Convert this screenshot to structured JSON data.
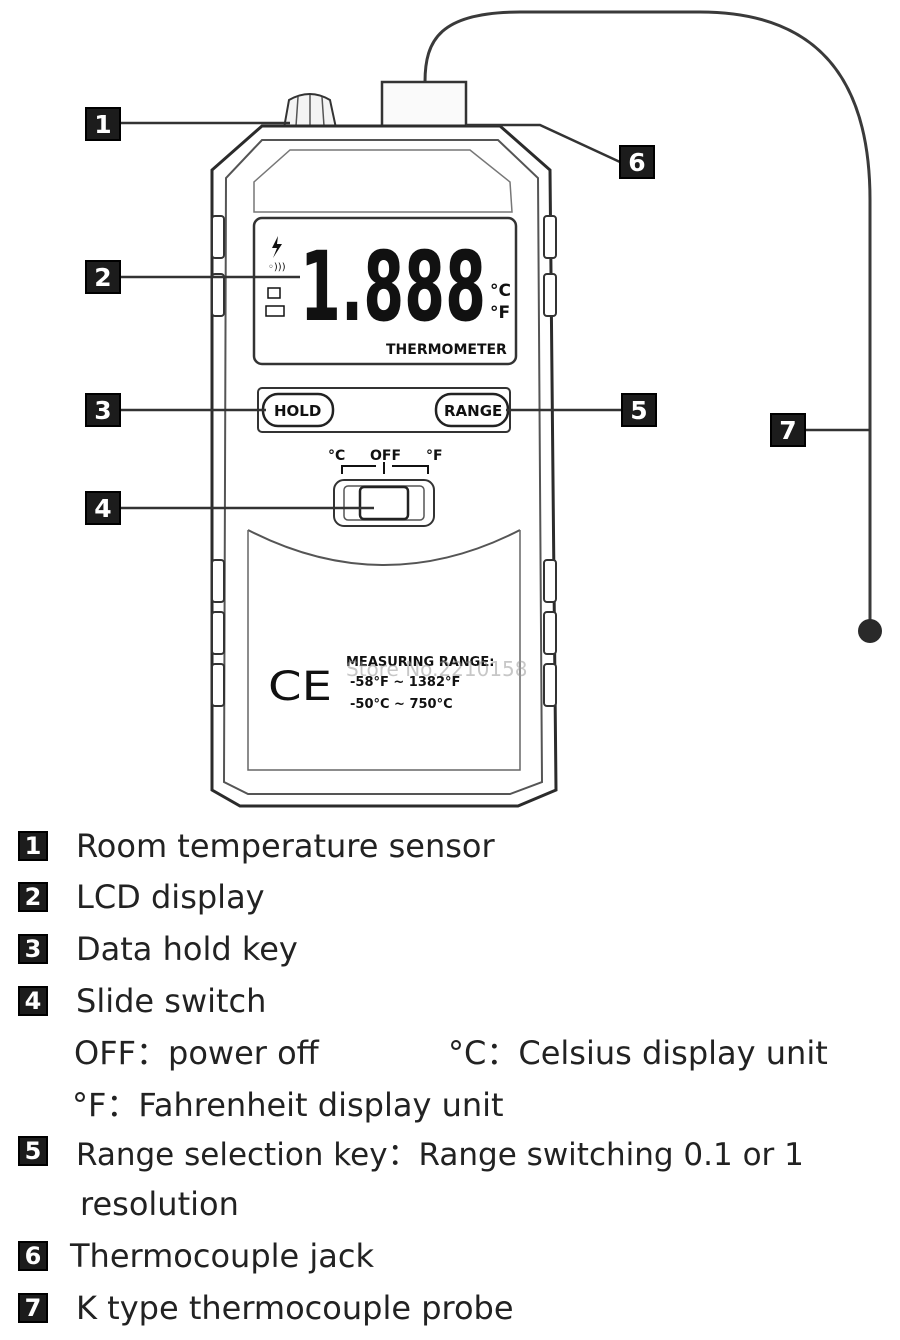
{
  "callouts": [
    "1",
    "2",
    "3",
    "4",
    "5",
    "6",
    "7"
  ],
  "device": {
    "lcd_digits": "1.888",
    "lcd_unit_c": "°C",
    "lcd_unit_f": "°F",
    "lcd_label": "THERMOMETER",
    "hold_label": "HOLD",
    "range_label": "RANGE",
    "switch_c": "°C",
    "switch_off": "OFF",
    "switch_f": "°F",
    "ce_mark": "CE",
    "measuring_title": "MEASURING RANGE:",
    "range_f": "-58°F ~ 1382°F",
    "range_c": "-50°C ~ 750°C",
    "watermark": "Store No.2210158"
  },
  "legend": [
    {
      "num": "1",
      "text": "Room temperature sensor"
    },
    {
      "num": "2",
      "text": "LCD display"
    },
    {
      "num": "3",
      "text": "Data hold key"
    },
    {
      "num": "4",
      "text": "Slide switch"
    },
    {
      "num": "5",
      "text": "Range selection key：Range switching 0.1 or 1"
    },
    {
      "num": "6",
      "text": "Thermocouple jack"
    },
    {
      "num": "7",
      "text": "K type thermocouple probe"
    }
  ],
  "legend_sub": {
    "off": "OFF：power off",
    "celsius": "°C：Celsius display unit",
    "fahrenheit": "°F：Fahrenheit display unit",
    "resolution": "resolution"
  }
}
